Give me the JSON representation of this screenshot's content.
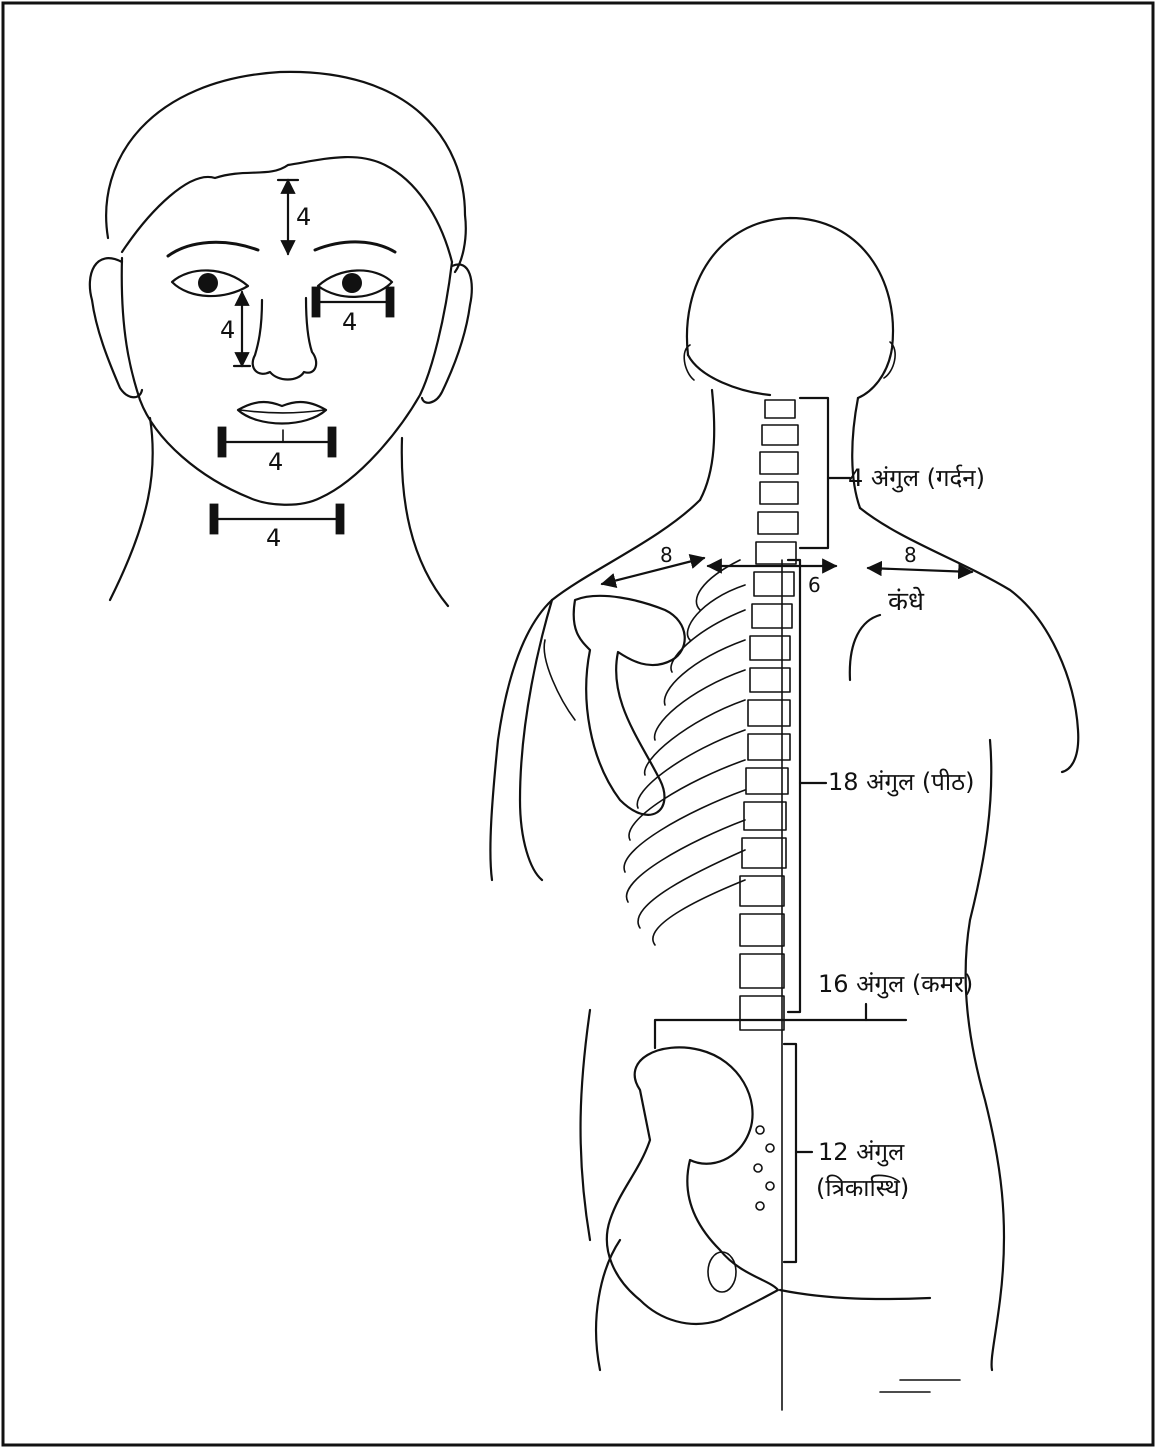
{
  "face": {
    "forehead": "4",
    "nose": "4",
    "eye_width": "4",
    "mouth_width": "4",
    "chin_width": "4"
  },
  "back": {
    "neck": "4 अंगुल (गर्दन)",
    "shoulder_left": "8",
    "shoulder_right": "8",
    "shoulder_word": "कंधे",
    "shoulder_mid": "6",
    "back": "18 अंगुल (पीठ)",
    "waist": "16 अंगुल (कमर)",
    "sacrum_line1": "12 अंगुल",
    "sacrum_line2": "(त्रिकास्थि)"
  }
}
